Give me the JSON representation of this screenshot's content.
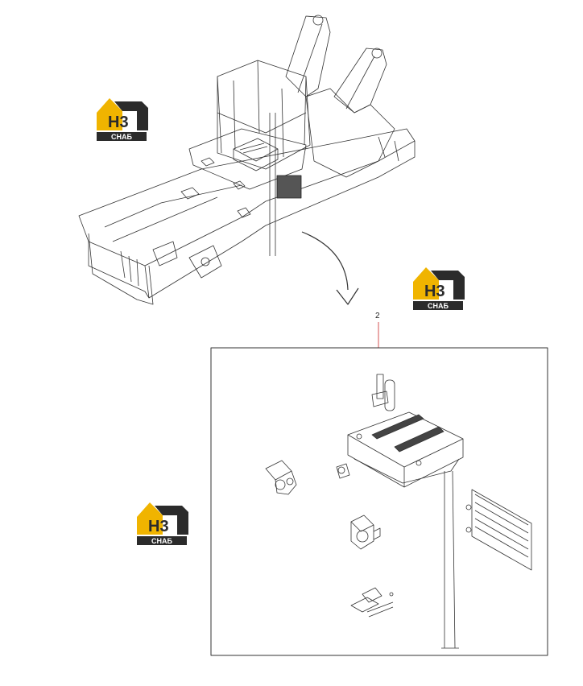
{
  "callout": {
    "number": "2"
  },
  "logo": {
    "top_text": "H3",
    "bottom_text": "CHAБ",
    "colors": {
      "gold": "#f0b400",
      "dark": "#2b2b2b",
      "white": "#ffffff"
    }
  },
  "detail_frame": {
    "border_color": "#333333"
  },
  "leader_line": {
    "color": "#d04040"
  }
}
